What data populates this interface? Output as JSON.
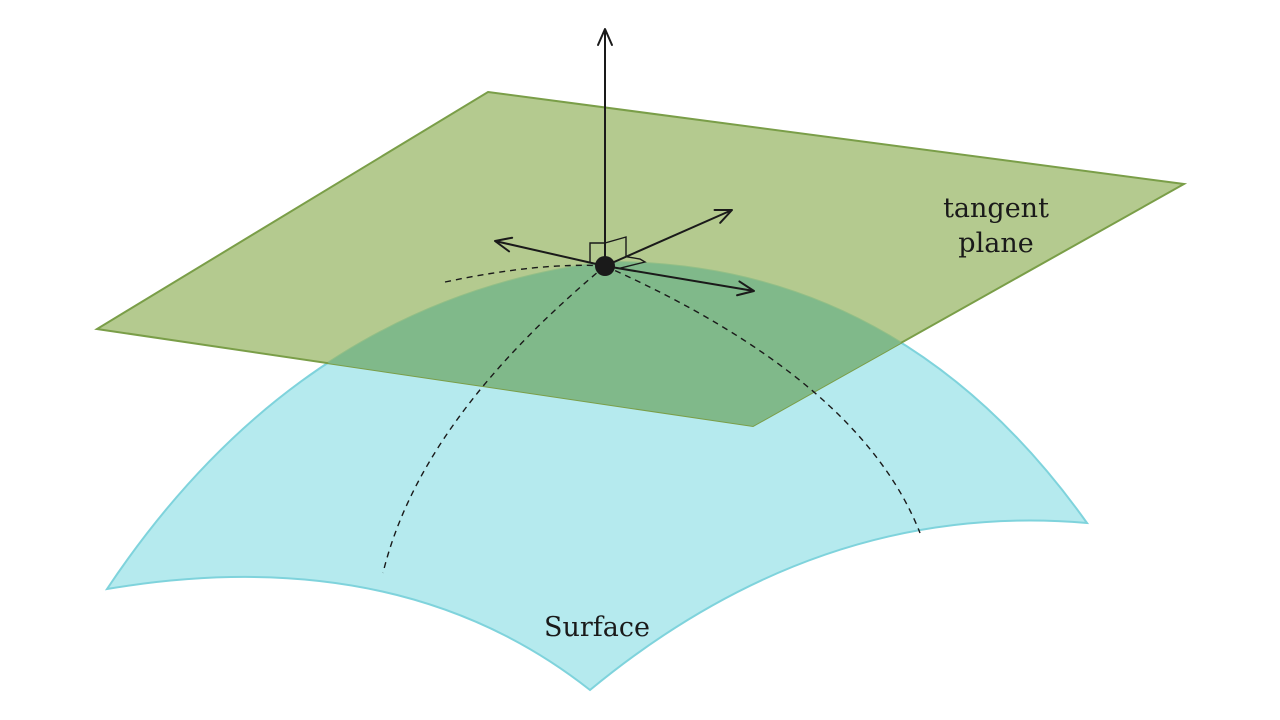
{
  "diagram": {
    "labels": {
      "tangent_plane_line1": "tangent",
      "tangent_plane_line2": "plane",
      "surface": "Surface"
    },
    "colors": {
      "surface_fill": "#b5eaee",
      "surface_stroke": "#7fd3dc",
      "plane_fill": "#9bb86a",
      "plane_stroke": "#7a9e48",
      "overlap_fill": "#80b98a",
      "vector": "#1a1a1a",
      "point": "#1a1a1a"
    },
    "icons": {
      "right_angle": "right-angle-marker"
    }
  }
}
